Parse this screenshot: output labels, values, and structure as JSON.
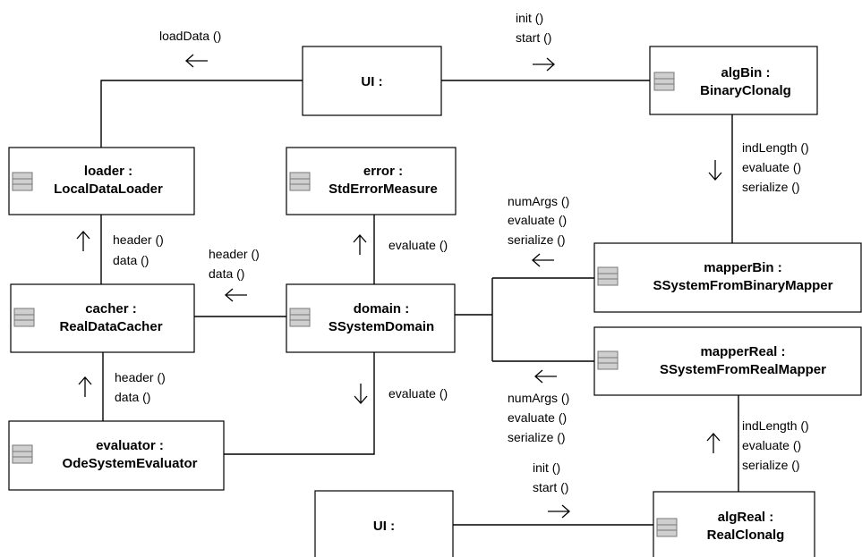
{
  "objects": {
    "ui_top": {
      "title": "UI :"
    },
    "ui_bottom": {
      "title": "UI :"
    },
    "algBin": {
      "name": "algBin :",
      "class": "BinaryClonalg"
    },
    "loader": {
      "name": "loader :",
      "class": "LocalDataLoader"
    },
    "error": {
      "name": "error :",
      "class": "StdErrorMeasure"
    },
    "cacher": {
      "name": "cacher :",
      "class": "RealDataCacher"
    },
    "domain": {
      "name": "domain :",
      "class": "SSystemDomain"
    },
    "mapperBin": {
      "name": "mapperBin :",
      "class": "SSystemFromBinaryMapper"
    },
    "mapperReal": {
      "name": "mapperReal :",
      "class": "SSystemFromRealMapper"
    },
    "evaluator": {
      "name": "evaluator :",
      "class": "OdeSystemEvaluator"
    },
    "algReal": {
      "name": "algReal :",
      "class": "RealClonalg"
    }
  },
  "messages": {
    "ui_to_loader": [
      "loadData ()"
    ],
    "ui_to_algBin": [
      "init ()",
      "start ()"
    ],
    "algBin_to_mapperBin": [
      "indLength ()",
      "evaluate ()",
      "serialize ()"
    ],
    "mapperBin_to_domain": [
      "numArgs ()",
      "evaluate ()",
      "serialize ()"
    ],
    "cacher_to_loader": [
      "header ()",
      "data ()"
    ],
    "domain_to_error": [
      "evaluate ()"
    ],
    "domain_to_cacher": [
      "header ()",
      "data ()"
    ],
    "evaluator_to_cacher": [
      "header ()",
      "data ()"
    ],
    "domain_to_evaluator": [
      "evaluate ()"
    ],
    "mapperReal_to_domain": [
      "numArgs ()",
      "evaluate ()",
      "serialize ()"
    ],
    "algReal_to_mapperReal": [
      "indLength ()",
      "evaluate ()",
      "serialize ()"
    ],
    "ui_to_algReal": [
      "init ()",
      "start ()"
    ]
  }
}
